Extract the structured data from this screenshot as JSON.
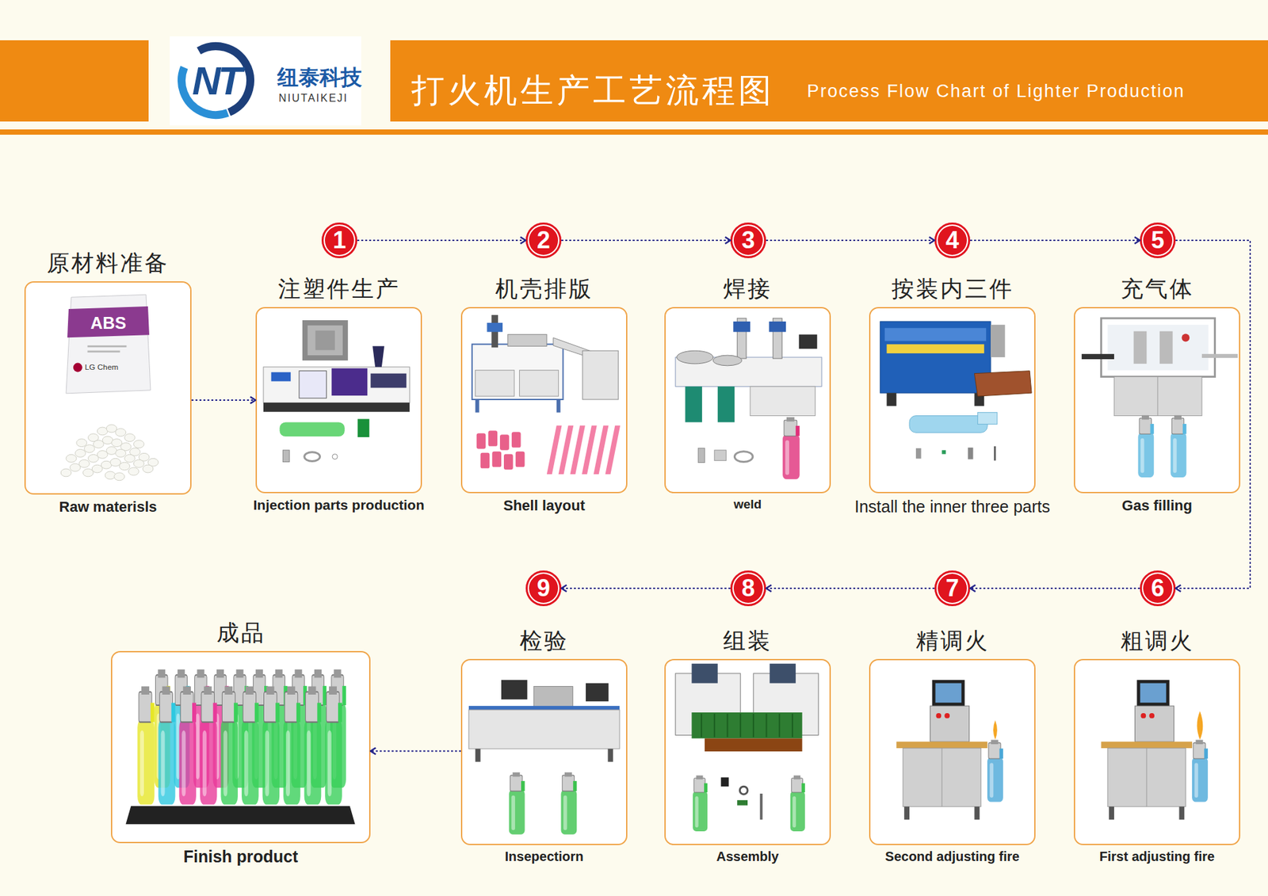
{
  "diagram": {
    "title": "打火机生产工艺流程图",
    "nodes": [
      {
        "text": [
          "原材料准备",
          "Raw materisls"
        ]
      },
      {
        "text": [
          "1"
        ]
      },
      {
        "text": [
          "注塑件生产",
          "Injection parts production"
        ]
      },
      {
        "text": [
          "2"
        ]
      },
      {
        "text": [
          "机壳排版",
          "Shell layout"
        ]
      },
      {
        "text": [
          "3"
        ]
      },
      {
        "text": [
          "焊接",
          "weld"
        ]
      },
      {
        "text": [
          "4"
        ]
      },
      {
        "text": [
          "按装内三件",
          "Install the inner three parts"
        ]
      },
      {
        "text": [
          "5"
        ]
      },
      {
        "text": [
          "充气体",
          "Gas filling"
        ]
      },
      {
        "text": [
          "6"
        ]
      },
      {
        "text": [
          "粗调火",
          "First adjusting fire"
        ]
      },
      {
        "text": [
          "7"
        ]
      },
      {
        "text": [
          "精调火",
          "Second adjusting fire"
        ]
      },
      {
        "text": [
          "8"
        ]
      },
      {
        "text": [
          "组装",
          "Assembly"
        ]
      },
      {
        "text": [
          "9"
        ]
      },
      {
        "text": [
          "检验",
          "Insepectiorn"
        ]
      },
      {
        "text": [
          "成品",
          "Finish product"
        ]
      }
    ],
    "edges": [
      {
        "from": 0,
        "to": 2,
        "arrow": "to"
      },
      {
        "from": 1,
        "to": 3,
        "arrow": "to"
      },
      {
        "from": 3,
        "to": 5,
        "arrow": "to"
      },
      {
        "from": 5,
        "to": 7,
        "arrow": "to"
      },
      {
        "from": 7,
        "to": 9,
        "arrow": "to"
      },
      {
        "from": 9,
        "to": 11,
        "arrow": "to"
      },
      {
        "from": 11,
        "to": 13,
        "arrow": "to"
      },
      {
        "from": 13,
        "to": 15,
        "arrow": "to"
      },
      {
        "from": 15,
        "to": 17,
        "arrow": "to"
      },
      {
        "from": 18,
        "to": 19,
        "arrow": "to"
      }
    ],
    "labels": [
      "NT",
      "纽泰科技",
      "NIUTAIKEJI",
      "Process Flow Chart of Lighter Production",
      "ABS",
      "LG Chem"
    ]
  }
}
